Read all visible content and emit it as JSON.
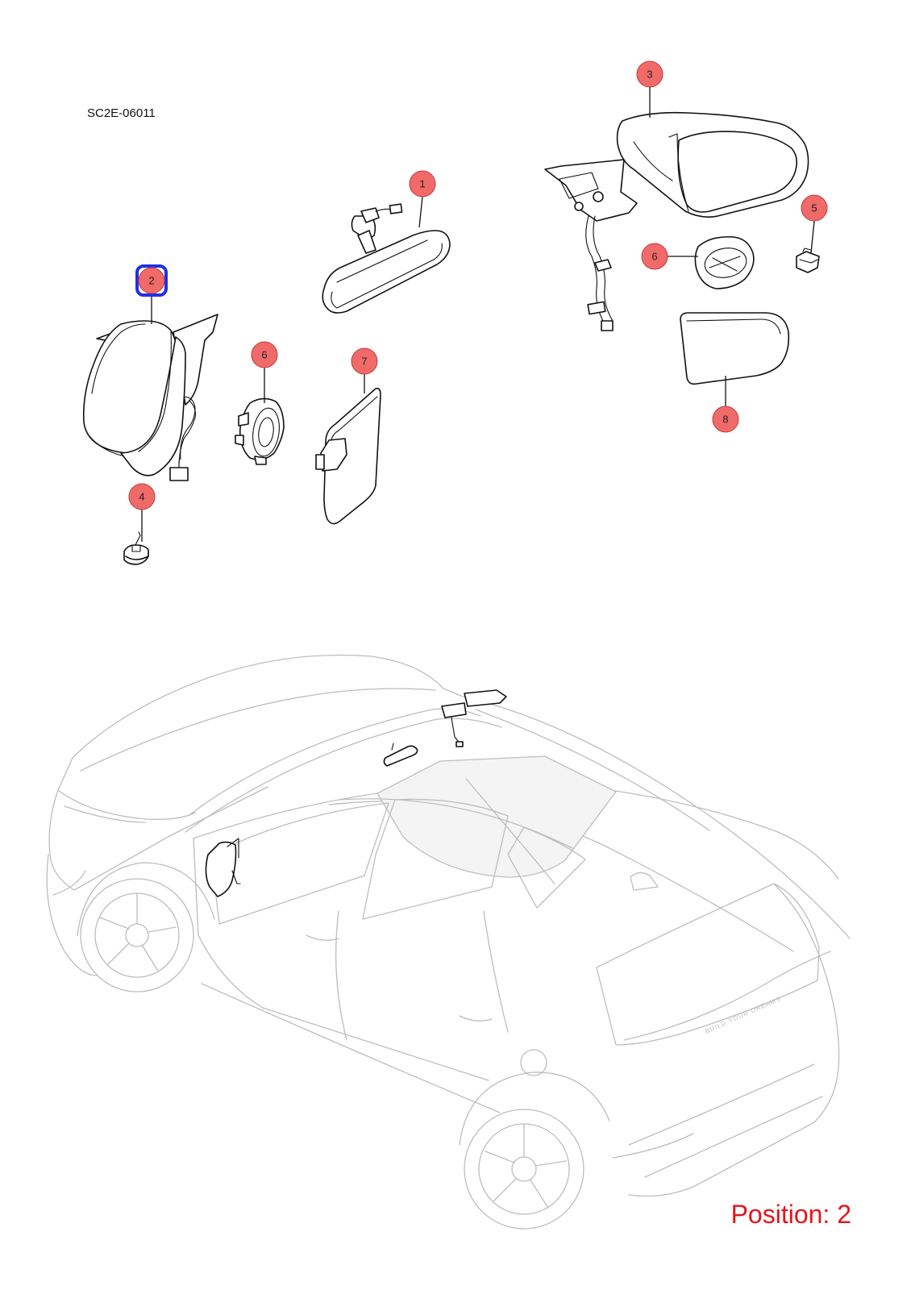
{
  "diagram": {
    "code": "SC2E-06011",
    "position_text": "Position: 2",
    "selected_callout": "2",
    "car_badge_text": "BUILD YOUR DREAMS",
    "colors": {
      "callout_fill": "#f06a6a",
      "highlight": "#1f2fe6",
      "position_text": "#e8141a"
    }
  },
  "callouts": [
    {
      "label": "1",
      "part": "interior-rearview-mirror"
    },
    {
      "label": "2",
      "part": "left-exterior-mirror-assembly"
    },
    {
      "label": "3",
      "part": "right-exterior-mirror-assembly"
    },
    {
      "label": "4",
      "part": "mirror-lamp-connector-left"
    },
    {
      "label": "5",
      "part": "mirror-lamp-connector-right"
    },
    {
      "label": "6",
      "part": "mirror-actuator-left"
    },
    {
      "label": "6",
      "part": "mirror-actuator-right"
    },
    {
      "label": "7",
      "part": "mirror-glass-left"
    },
    {
      "label": "8",
      "part": "mirror-glass-right"
    }
  ]
}
